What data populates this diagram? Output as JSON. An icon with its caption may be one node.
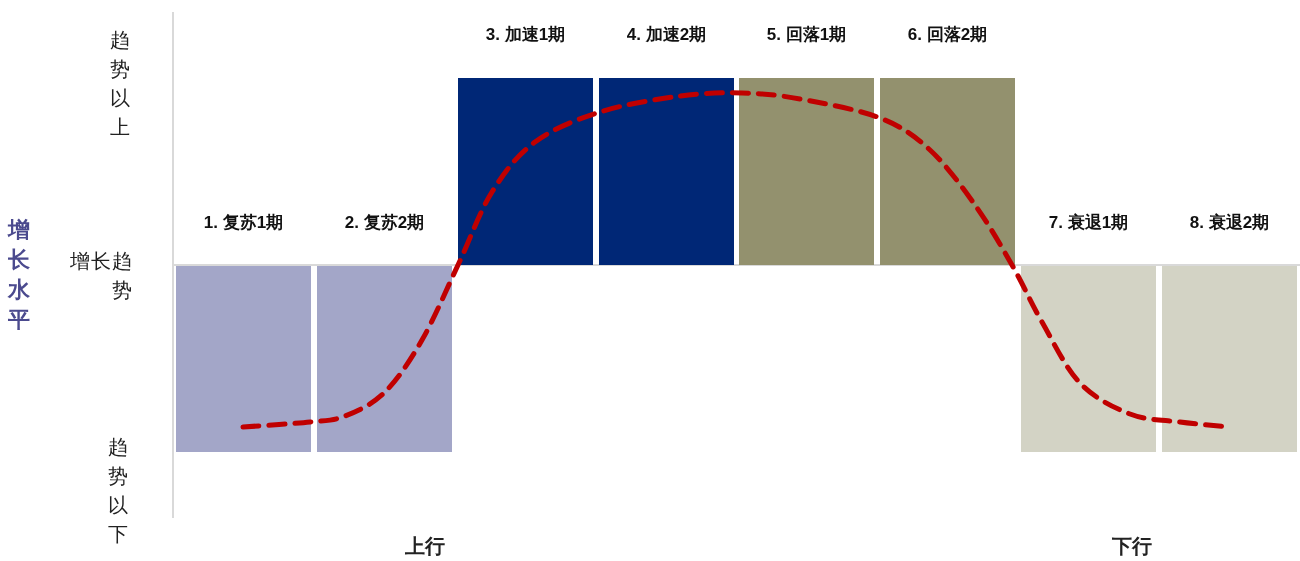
{
  "diagram": {
    "nodes": [
      {
        "text": [
          "1. 复苏1期"
        ]
      },
      {
        "text": [
          "2. 复苏2期"
        ]
      },
      {
        "text": [
          "3. 加速1期"
        ]
      },
      {
        "text": [
          "4. 加速2期"
        ]
      },
      {
        "text": [
          "5. 回落1期"
        ]
      },
      {
        "text": [
          "6. 回落2期"
        ]
      },
      {
        "text": [
          "7. 衰退1期"
        ]
      },
      {
        "text": [
          "8. 衰退2期"
        ]
      }
    ],
    "labels": [
      "趋势以上",
      "增长水平",
      "增长趋势",
      "趋势以下",
      "上行",
      "下行"
    ]
  }
}
